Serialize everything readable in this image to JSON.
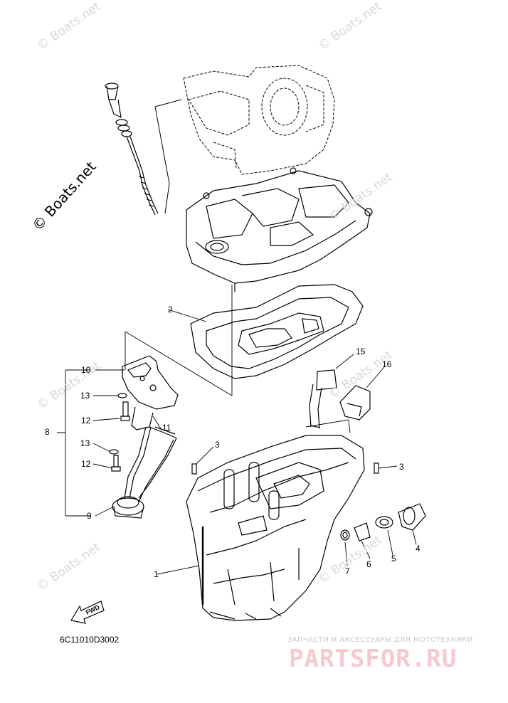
{
  "watermark": "© Boats.net",
  "diagram_code": "6C11010D3002",
  "site_banner": {
    "tagline": "ЗАПЧАСТИ И АКСЕССУАРЫ ДЛЯ МОТОТЕХНИКИ",
    "brand": "PARTSFOR.RU",
    "brand_color": "#f4c9cf"
  },
  "fwd_label": "FWD",
  "callouts": [
    "1",
    "2",
    "3",
    "3",
    "4",
    "5",
    "6",
    "7",
    "8",
    "9",
    "10",
    "11",
    "12",
    "12",
    "13",
    "13",
    "15",
    "16"
  ]
}
